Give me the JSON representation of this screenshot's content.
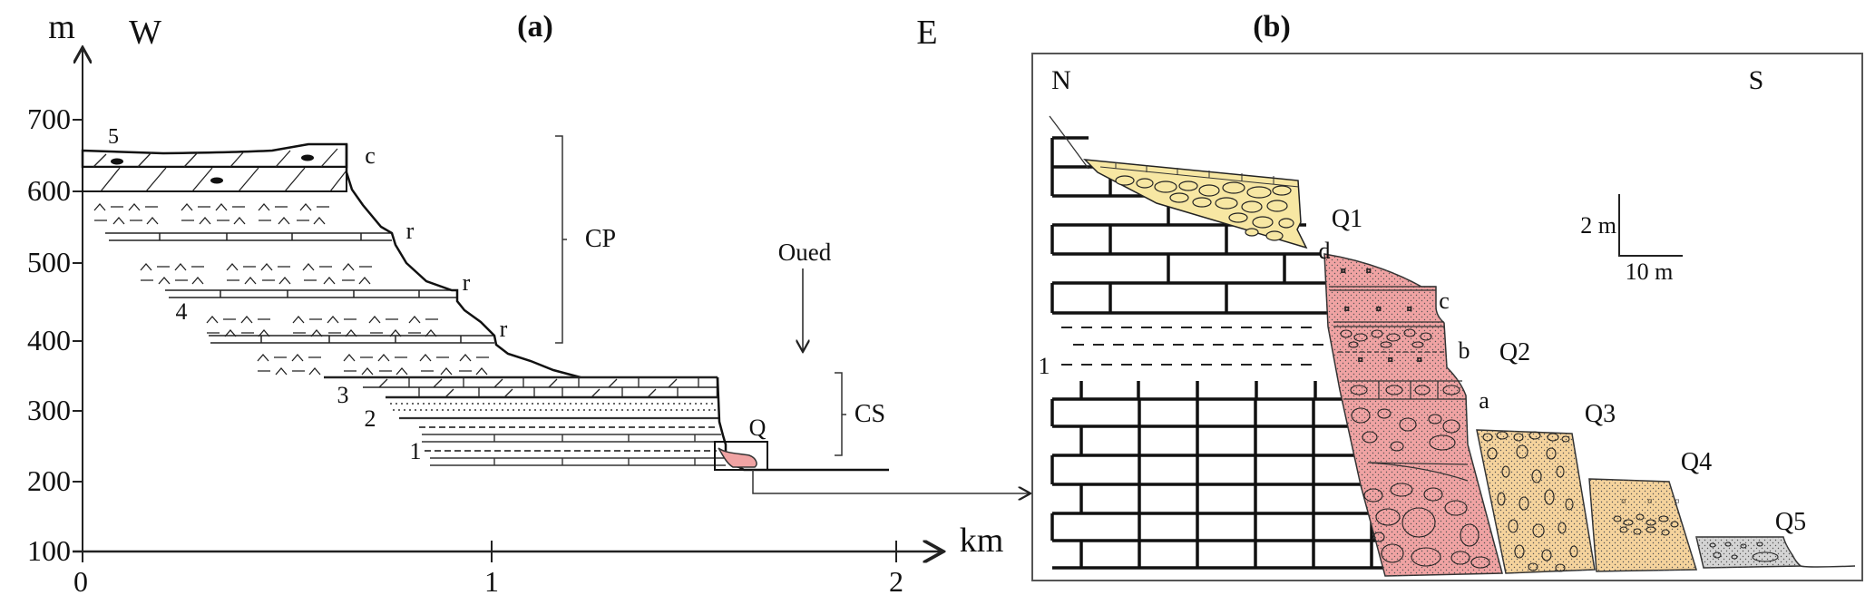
{
  "panel_a": {
    "title": "(a)",
    "y_unit": "m",
    "x_unit": "km",
    "west_label": "W",
    "east_label": "E",
    "y_ticks": [
      "100",
      "200",
      "300",
      "400",
      "500",
      "600",
      "700"
    ],
    "x_ticks": [
      "0",
      "1",
      "2"
    ],
    "unit_labels": [
      "1",
      "2",
      "3",
      "4",
      "5"
    ],
    "cornice_label": "c",
    "ledge_label": "r",
    "groups": {
      "upper": "CP",
      "lower": "CS"
    },
    "river_label": "Oued",
    "inset_label": "Q",
    "colors": {
      "quaternary_fill": "#f0a3a3"
    }
  },
  "panel_b": {
    "title": "(b)",
    "north_label": "N",
    "south_label": "S",
    "bedrock_unit_label": "1",
    "terraces": [
      "Q1",
      "Q2",
      "Q3",
      "Q4",
      "Q5"
    ],
    "q2_sublevels": [
      "a",
      "b",
      "c",
      "d"
    ],
    "scale": {
      "vertical": "2 m",
      "horizontal": "10 m"
    },
    "colors": {
      "Q1": "#f7e7a3",
      "Q2": "#f0a3a3",
      "Q3": "#f5d39c",
      "Q4": "#f5d39c",
      "Q5": "#d4d4d4"
    }
  }
}
